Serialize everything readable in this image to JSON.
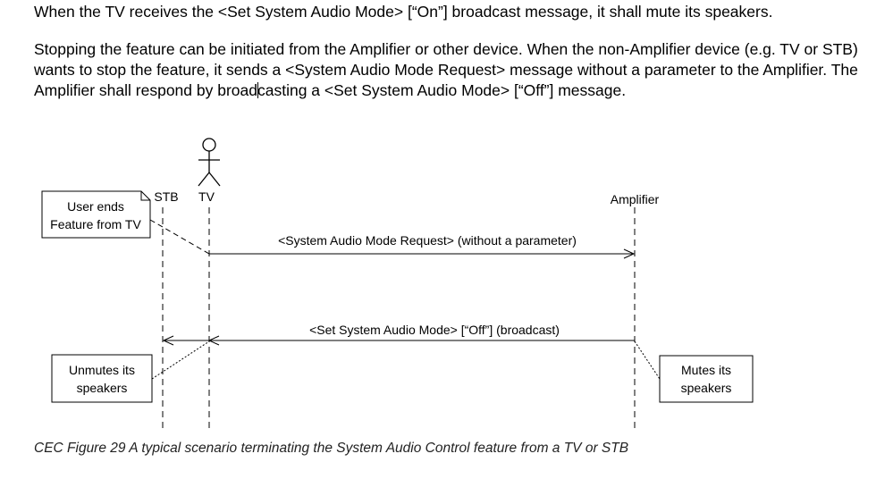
{
  "paragraphs": {
    "p1": "When the TV receives the <Set System Audio Mode> [“On”] broadcast message, it shall mute its speakers.",
    "p2_before_cursor": "Stopping the feature can be initiated from the Amplifier or other device. When the non-Amplifier device (e.g. TV or STB) wants to stop the feature, it sends a <System Audio Mode Request> message without a parameter to the Amplifier. The Amplifier shall respond by broad",
    "p2_after_cursor": "casting a <Set System Audio Mode> [“Off”] message."
  },
  "diagram": {
    "lifelines": {
      "stb": "STB",
      "tv": "TV",
      "amplifier": "Amplifier"
    },
    "notes": {
      "user_ends": [
        "User ends",
        "Feature from TV"
      ],
      "unmutes": [
        "Unmutes its",
        "speakers"
      ],
      "mutes": [
        "Mutes its",
        "speakers"
      ]
    },
    "messages": {
      "request": "<System Audio Mode Request>  (without a parameter)",
      "set_off": "<Set System Audio Mode> [“Off”]  (broadcast)"
    }
  },
  "caption": "CEC Figure 29 A typical scenario terminating the System Audio Control feature from a TV or STB"
}
